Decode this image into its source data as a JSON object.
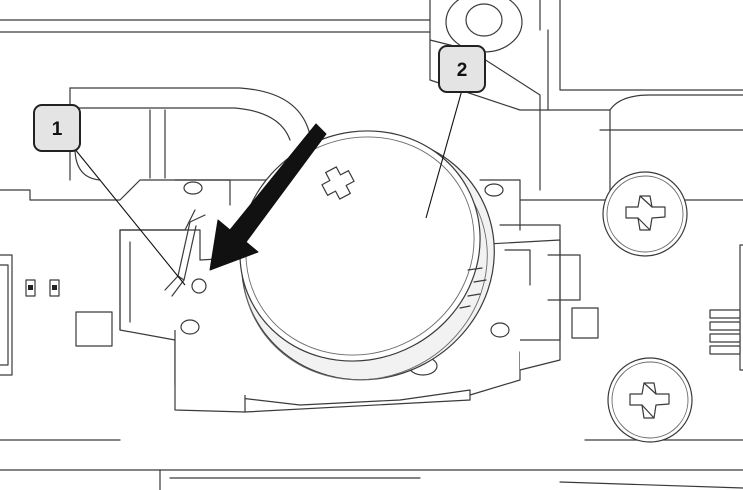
{
  "callouts": [
    {
      "label": "1",
      "target": "retaining-clip"
    },
    {
      "label": "2",
      "target": "coin-cell-battery"
    }
  ],
  "battery": {
    "polarity_symbol": "+"
  },
  "arrow": {
    "meaning": "press-down-direction",
    "color": "#111111"
  },
  "colors": {
    "line": "#3a3a3a",
    "callout_fill": "#e4e4e4",
    "background": "#ffffff"
  }
}
